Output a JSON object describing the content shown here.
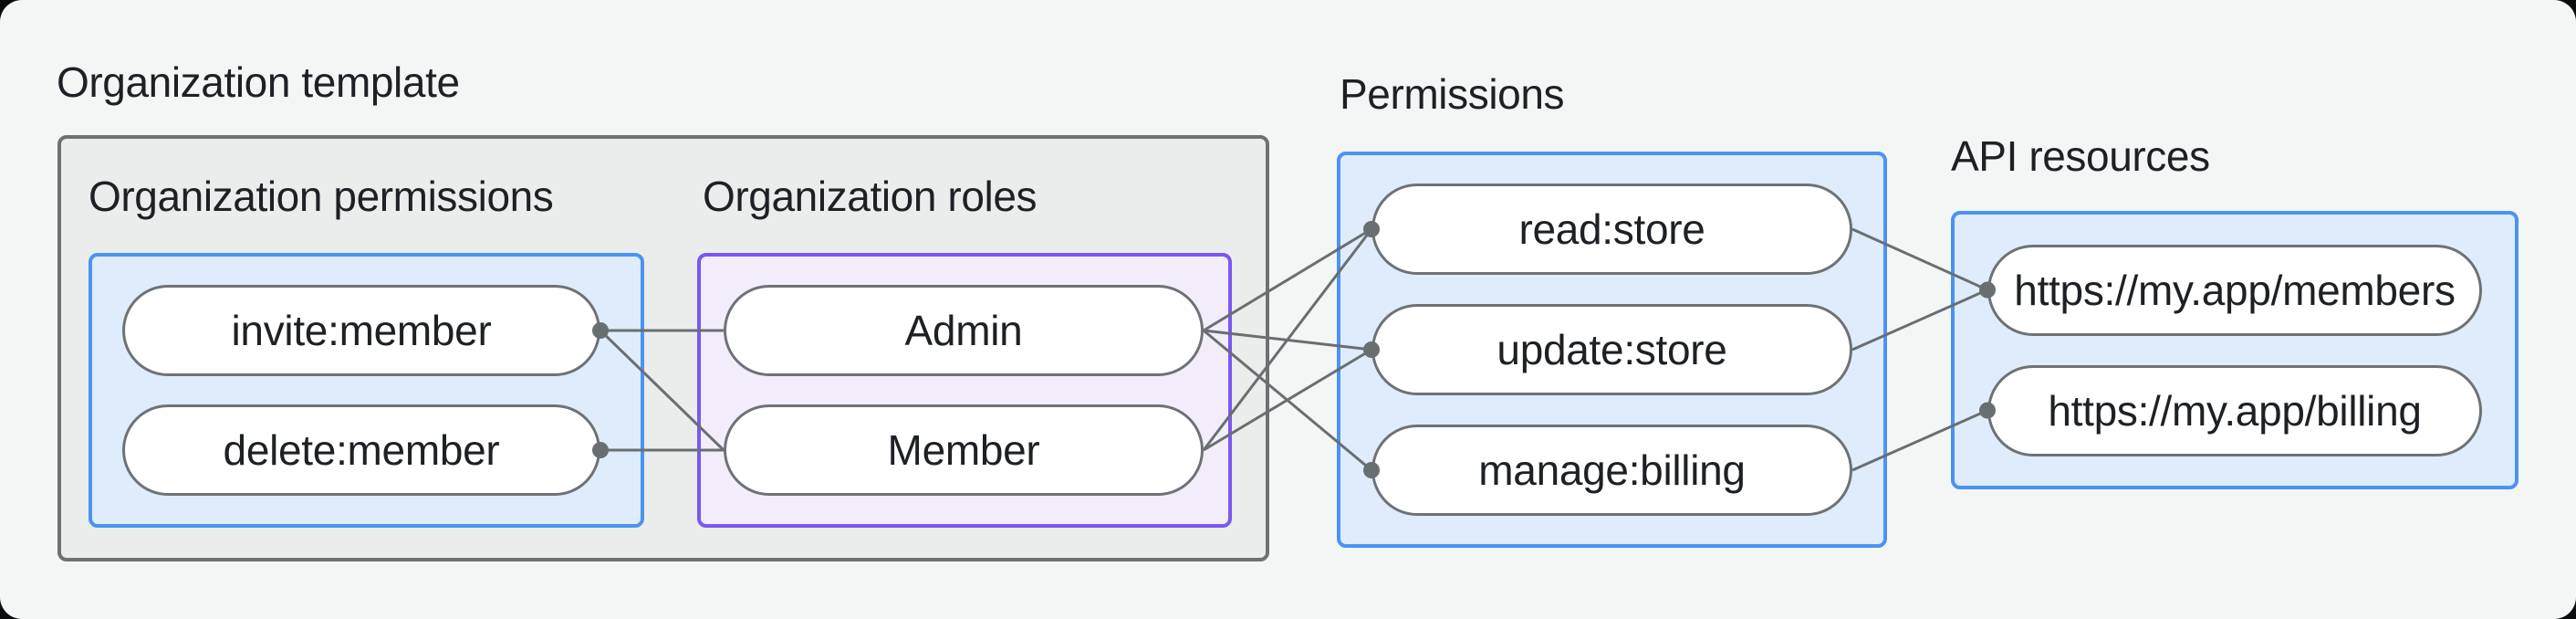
{
  "diagram": {
    "groups": {
      "org_template": {
        "title": "Organization template"
      },
      "org_permissions": {
        "title": "Organization permissions"
      },
      "org_roles": {
        "title": "Organization roles"
      },
      "permissions": {
        "title": "Permissions"
      },
      "api_resources": {
        "title": "API resources"
      }
    },
    "nodes": [
      {
        "id": "invite_member",
        "label": "invite:member",
        "group": "org_permissions",
        "dot": "right"
      },
      {
        "id": "delete_member",
        "label": "delete:member",
        "group": "org_permissions",
        "dot": "right"
      },
      {
        "id": "admin",
        "label": "Admin",
        "group": "org_roles",
        "dot": null
      },
      {
        "id": "member",
        "label": "Member",
        "group": "org_roles",
        "dot": null
      },
      {
        "id": "read_store",
        "label": "read:store",
        "group": "permissions",
        "dot": "left"
      },
      {
        "id": "update_store",
        "label": "update:store",
        "group": "permissions",
        "dot": "left"
      },
      {
        "id": "manage_billing",
        "label": "manage:billing",
        "group": "permissions",
        "dot": "left"
      },
      {
        "id": "members_api",
        "label": "https://my.app/members",
        "group": "api_resources",
        "dot": "left"
      },
      {
        "id": "billing_api",
        "label": "https://my.app/billing",
        "group": "api_resources",
        "dot": "left"
      }
    ],
    "edges": [
      {
        "from": "invite_member",
        "to": "admin"
      },
      {
        "from": "invite_member",
        "to": "member"
      },
      {
        "from": "delete_member",
        "to": "member"
      },
      {
        "from": "admin",
        "to": "read_store"
      },
      {
        "from": "admin",
        "to": "update_store"
      },
      {
        "from": "admin",
        "to": "manage_billing"
      },
      {
        "from": "member",
        "to": "read_store"
      },
      {
        "from": "member",
        "to": "update_store"
      },
      {
        "from": "read_store",
        "to": "members_api"
      },
      {
        "from": "update_store",
        "to": "members_api"
      },
      {
        "from": "manage_billing",
        "to": "billing_api"
      }
    ],
    "colors": {
      "canvas_bg": "#f4f6f6",
      "outside_bg": "#0b0c0d",
      "gray_box_bg": "#ebedec",
      "gray_box_border": "#6d7173",
      "blue_box_bg": "#dfecfb",
      "blue_box_border": "#4b93f1",
      "purple_box_bg": "#f3edfb",
      "purple_box_border": "#7a57f3",
      "pill_bg": "#ffffff",
      "pill_border": "#6e7275",
      "edge": "#696e71",
      "text": "#1d2125"
    },
    "edge_stroke_width": 3,
    "dot_radius": 9
  }
}
